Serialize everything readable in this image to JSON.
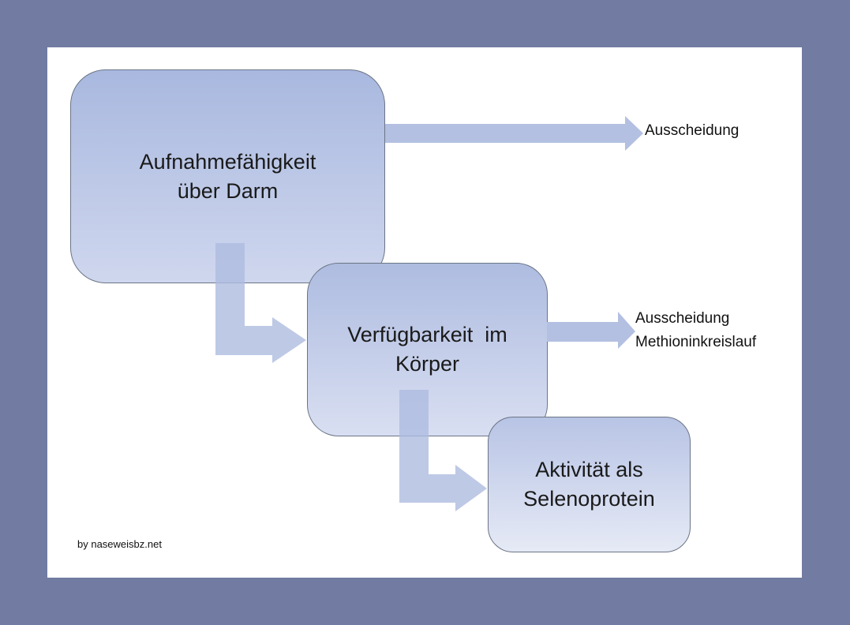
{
  "diagram": {
    "nodes": [
      {
        "id": "intake",
        "label_lines": [
          "Aufnahmefähigkeit",
          "über Darm"
        ]
      },
      {
        "id": "availability",
        "label_lines": [
          "Verfügbarkeit  im",
          "Körper"
        ]
      },
      {
        "id": "selenoprotein",
        "label_lines": [
          "Aktivität als",
          "Selenoprotein"
        ]
      }
    ],
    "labels": {
      "excretion_top": "Ausscheidung",
      "excretion_mid_line1": "Ausscheidung",
      "excretion_mid_line2": "Methioninkreislauf",
      "credit": "by naseweisbz.net"
    },
    "colors": {
      "frame": "#727ca2",
      "canvas": "#ffffff",
      "arrow": "#b3c0e1",
      "elbow_arrow": "#aebce0",
      "node_border": "#6b7585",
      "node_gradient_top": "#a9b8df",
      "node_gradient_bottom": "#e6eaf6",
      "text": "#1a1a1a"
    }
  }
}
